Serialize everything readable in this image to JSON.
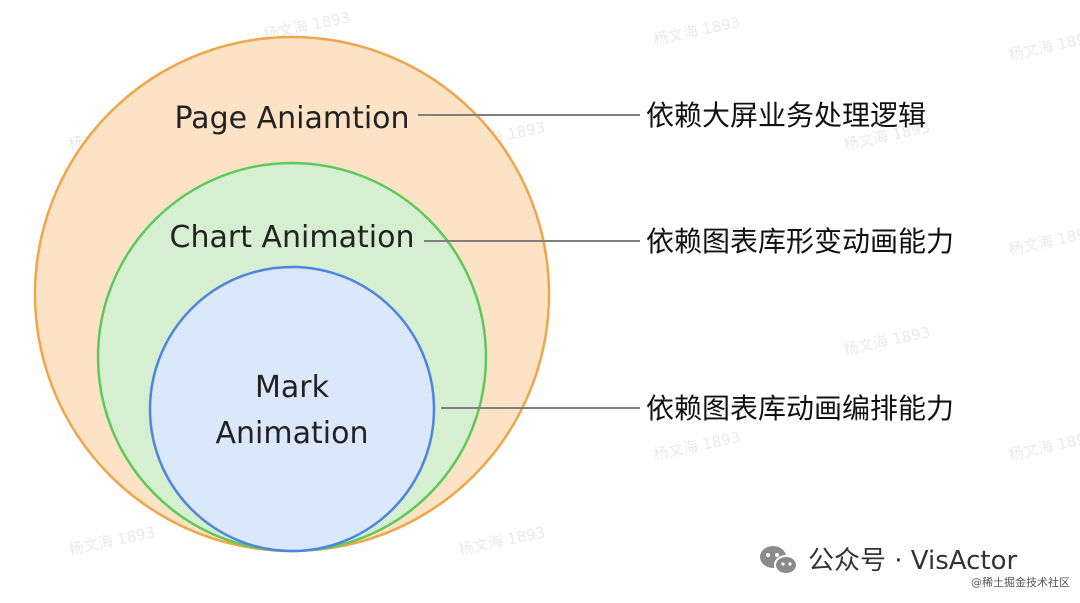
{
  "layers": [
    {
      "id": "page",
      "label_lines": [
        "Page Aniamtion"
      ],
      "description": "依赖大屏业务处理逻辑",
      "fill": "#fde3c5",
      "stroke": "#f0a54a"
    },
    {
      "id": "chart",
      "label_lines": [
        "Chart Animation"
      ],
      "description": "依赖图表库形变动画能力",
      "fill": "#d6efd0",
      "stroke": "#5cc95a"
    },
    {
      "id": "mark",
      "label_lines": [
        "Mark",
        "Animation"
      ],
      "description": "依赖图表库动画编排能力",
      "fill": "#dbe7fb",
      "stroke": "#4c86df"
    }
  ],
  "connector_color": "#7f7f7f",
  "watermark": {
    "text": "杨文海 1893",
    "color": "#d9d9d9"
  },
  "brand": {
    "icon": "wechat-icon",
    "label": "公众号 · VisActor",
    "subtitle": "@稀土掘金技术社区"
  }
}
